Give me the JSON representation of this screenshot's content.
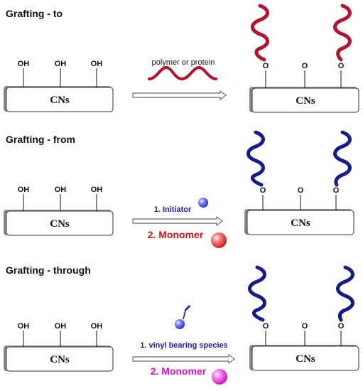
{
  "rows": [
    {
      "title": "Grafting - to",
      "surface_label": "CNs",
      "oh_label": "OH",
      "o_label": "O",
      "reagent_label": "polymer or protein",
      "chain_color": "#b5122f"
    },
    {
      "title": "Grafting - from",
      "surface_label": "CNs",
      "oh_label": "OH",
      "o_label": "O",
      "step1_label": "1. Initiator",
      "step1_color": "#1a1ac8",
      "step2_label": "2. Monomer",
      "step2_color": "#e01010",
      "chain_color": "#141c8c"
    },
    {
      "title": "Grafting - through",
      "surface_label": "CNs",
      "oh_label": "OH",
      "o_label": "O",
      "step1_label": "1. vinyl bearing species",
      "step1_color": "#1a1ac8",
      "step2_label": "2. Monomer",
      "step2_color": "#e010d0",
      "chain_color": "#141c8c"
    }
  ]
}
